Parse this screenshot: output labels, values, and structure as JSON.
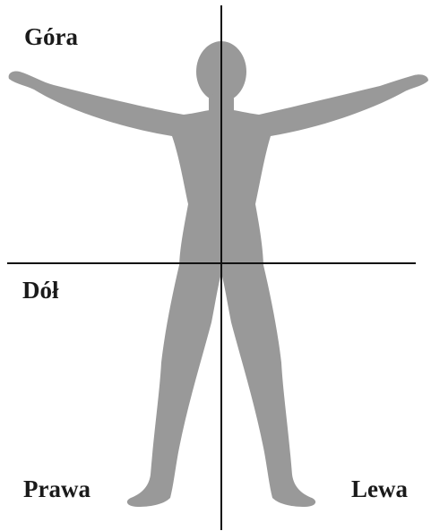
{
  "labels": {
    "top": "Góra",
    "bottom": "Dół",
    "right": "Prawa",
    "left": "Lewa"
  },
  "colors": {
    "figure": "#999999",
    "axes": "#111111",
    "text": "#1a1a1a",
    "background": "#ffffff"
  }
}
